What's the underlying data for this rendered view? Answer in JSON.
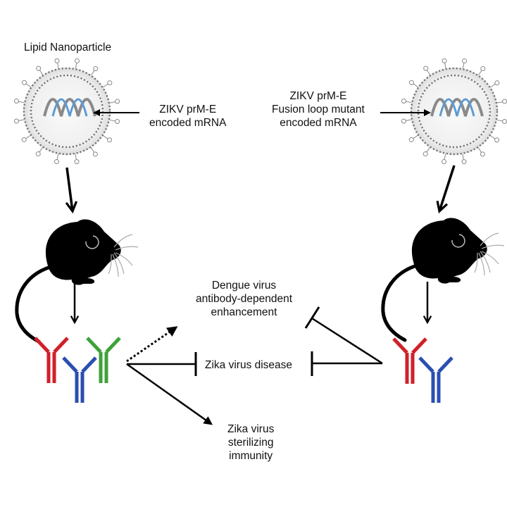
{
  "left_panel": {
    "title": "Lipid Nanoparticle",
    "mrna_label": [
      "ZIKV prM-E",
      "encoded mRNA"
    ],
    "antibodies": [
      {
        "color": "#d0202a",
        "name": "red"
      },
      {
        "color": "#2b4fb0",
        "name": "blue"
      },
      {
        "color": "#3ea23a",
        "name": "green"
      }
    ]
  },
  "right_panel": {
    "mrna_label": [
      "ZIKV prM-E",
      "Fusion loop mutant",
      "encoded mRNA"
    ],
    "antibodies": [
      {
        "color": "#d0202a",
        "name": "red"
      },
      {
        "color": "#2b4fb0",
        "name": "blue"
      }
    ]
  },
  "outcomes": {
    "dengue_ade": [
      "Dengue virus",
      "antibody-dependent",
      "enhancement"
    ],
    "zika_disease": "Zika virus disease",
    "zika_sterilizing": [
      "Zika virus",
      "sterilizing",
      "immunity"
    ]
  },
  "colors": {
    "mrna_gray": "#808080",
    "mrna_blue": "#5b9bd5",
    "lnp_fill": "#eeeeee",
    "dots": "#777777"
  }
}
